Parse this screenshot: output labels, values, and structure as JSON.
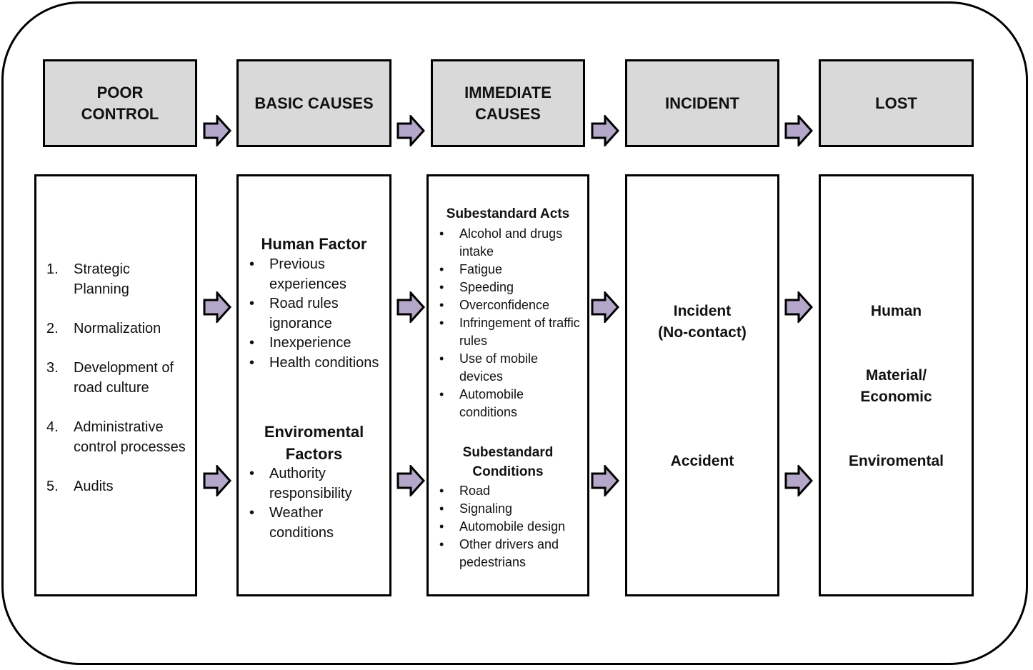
{
  "headers": [
    {
      "label": "POOR\nCONTROL"
    },
    {
      "label": "BASIC CAUSES"
    },
    {
      "label": "IMMEDIATE\nCAUSES"
    },
    {
      "label": "INCIDENT"
    },
    {
      "label": "LOST"
    }
  ],
  "poor_control": {
    "items": [
      {
        "num": "1.",
        "text": "Strategic Planning"
      },
      {
        "num": "2.",
        "text": "Normalization"
      },
      {
        "num": "3.",
        "text": "Development of road culture"
      },
      {
        "num": "4.",
        "text": "Administrative control processes"
      },
      {
        "num": "5.",
        "text": "Audits"
      }
    ]
  },
  "basic_causes": {
    "human_title": "Human Factor",
    "human_items": [
      "Previous experiences",
      "Road rules ignorance",
      "Inexperience",
      "Health conditions"
    ],
    "env_title": "Enviromental\nFactors",
    "env_items": [
      "Authority responsibility",
      "Weather conditions"
    ]
  },
  "immediate_causes": {
    "acts_title": "Subestandard Acts",
    "acts_items": [
      "Alcohol and drugs intake",
      "Fatigue",
      "Speeding",
      "Overconfidence",
      "Infringement of traffic rules",
      "Use of mobile devices",
      "Automobile conditions"
    ],
    "cond_title": "Subestandard\nConditions",
    "cond_items": [
      "Road",
      "Signaling",
      "Automobile design",
      "Other drivers and pedestrians"
    ]
  },
  "incident": {
    "top": "Incident\n(No-contact)",
    "bottom": "Accident"
  },
  "lost": {
    "human": "Human",
    "material": "Material/\nEconomic",
    "env": "Enviromental"
  },
  "colors": {
    "header_fill": "#d9d9d9",
    "arrow_fill": "#b4a7c9",
    "border": "#000000"
  }
}
